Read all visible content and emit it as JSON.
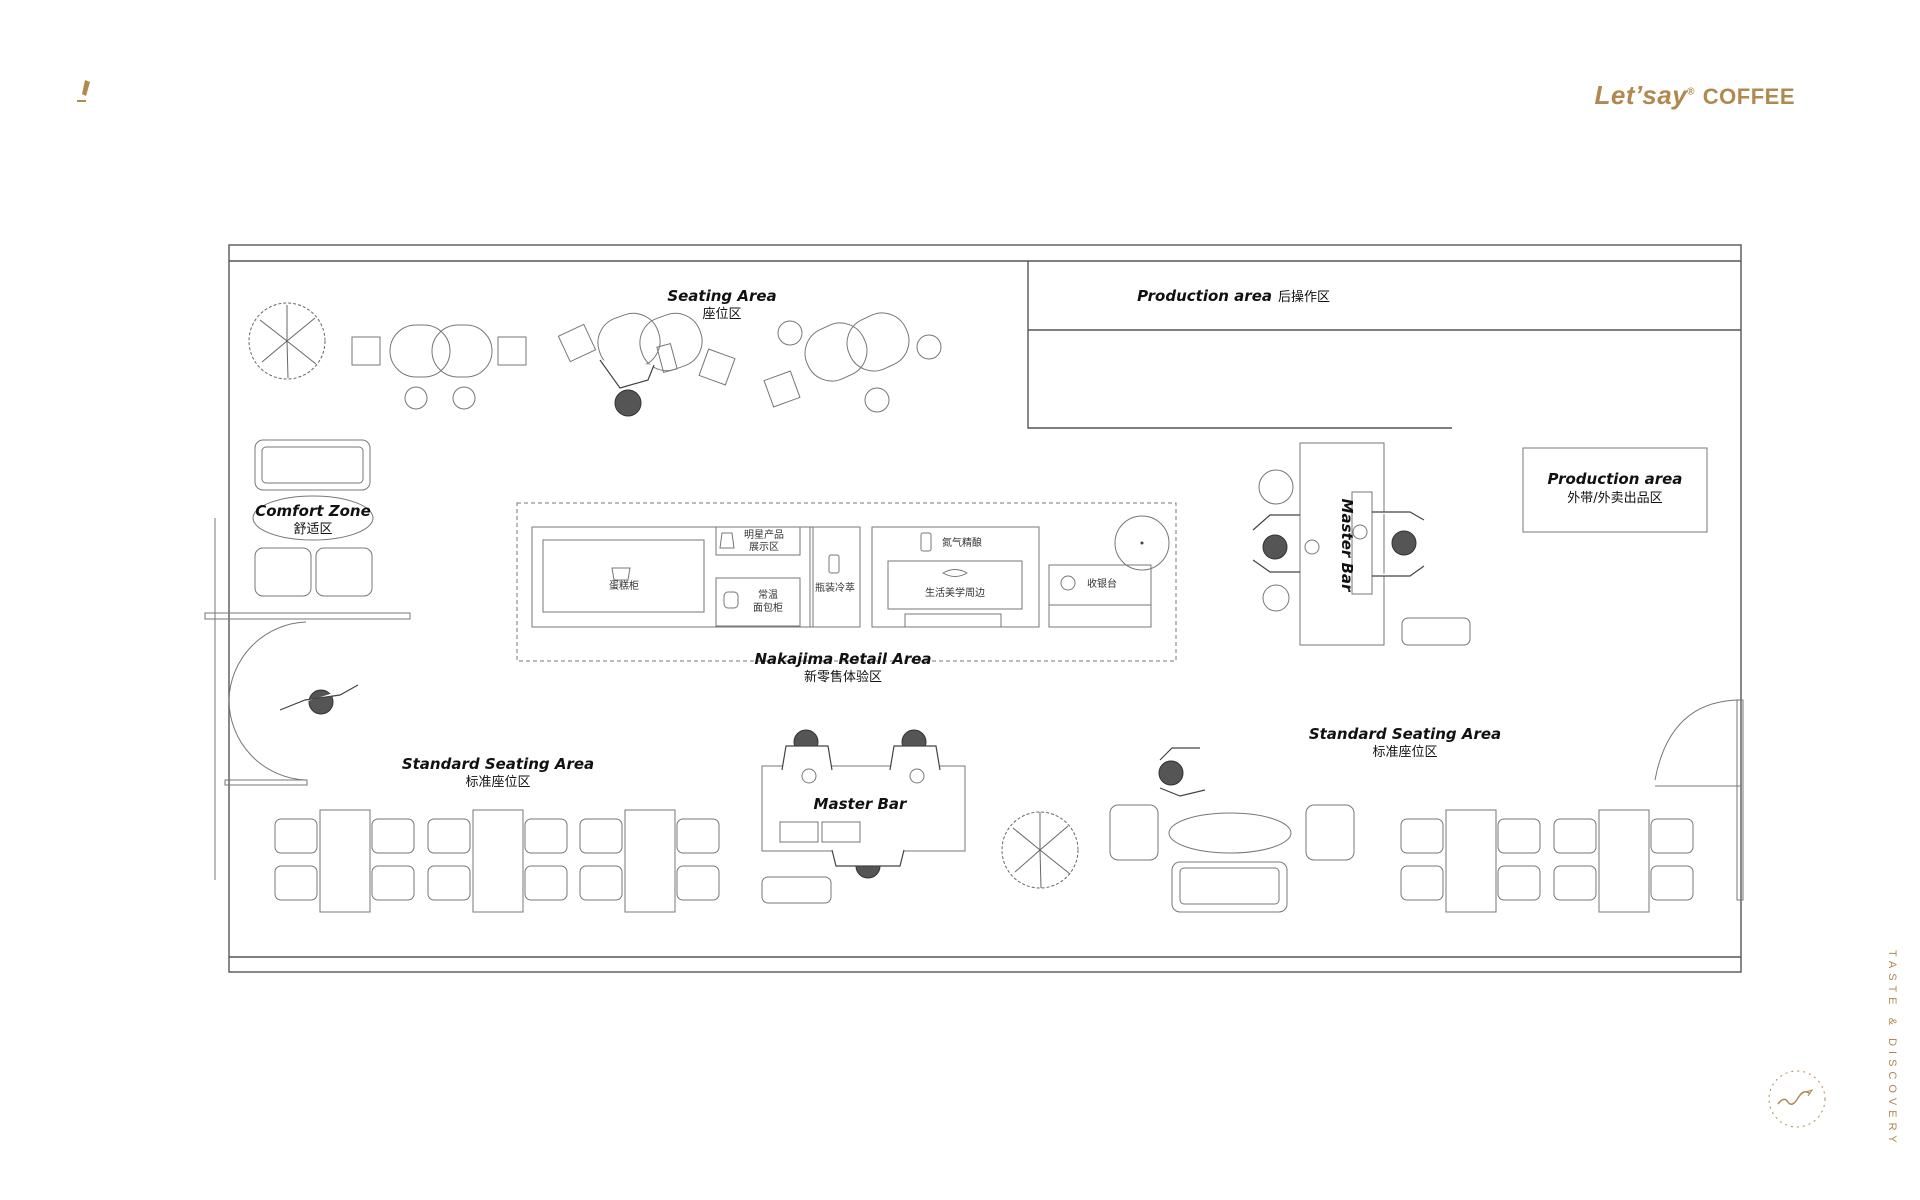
{
  "brand": {
    "name_italic": "Let’say",
    "reg": "®",
    "name_rest": "COFFEE"
  },
  "side_text": "TASTE & DISCOVERY",
  "zones": {
    "seating_top": {
      "en": "Seating Area",
      "cn": "座位区"
    },
    "production_top": {
      "en": "Production area",
      "cn": "后操作区"
    },
    "production_right": {
      "en": "Production area",
      "cn": "外带/外卖出品区"
    },
    "comfort": {
      "en": "Comfort Zone",
      "cn": "舒适区"
    },
    "retail": {
      "en": "Nakajima Retail Area",
      "cn": "新零售体验区"
    },
    "standard_left": {
      "en": "Standard Seating Area",
      "cn": "标准座位区"
    },
    "standard_right": {
      "en": "Standard Seating Area",
      "cn": "标准座位区"
    },
    "master_bar_center": {
      "en": "Master Bar"
    },
    "master_bar_right": {
      "en": "Master Bar"
    }
  },
  "retail_items": {
    "cake": "蛋糕柜",
    "star_line1": "明星产品",
    "star_line2": "展示区",
    "bread_line1": "常温",
    "bread_line2": "面包柜",
    "cold": "瓶装冷萃",
    "nitro": "氮气精酿",
    "lifestyle": "生活美学周边",
    "cashier": "收银台"
  },
  "colors": {
    "accent": "#b08850",
    "line": "#555555"
  }
}
